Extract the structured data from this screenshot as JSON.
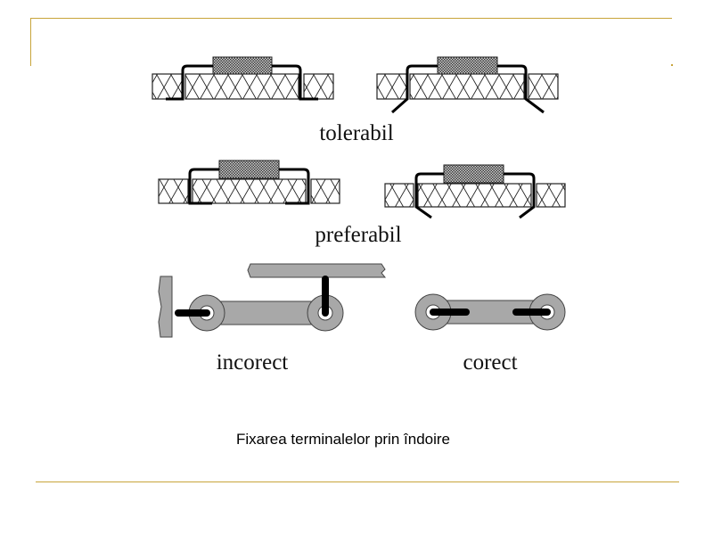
{
  "diagram": {
    "labels": {
      "tolerabil": "tolerabil",
      "preferabil": "preferabil",
      "incorect": "incorect",
      "corect": "corect"
    }
  },
  "caption": "Fixarea terminalelor prin îndoire",
  "colors": {
    "frame": "#c8a43a",
    "trace": "#a8a8a8",
    "lead": "#000000",
    "outline": "#222222"
  }
}
